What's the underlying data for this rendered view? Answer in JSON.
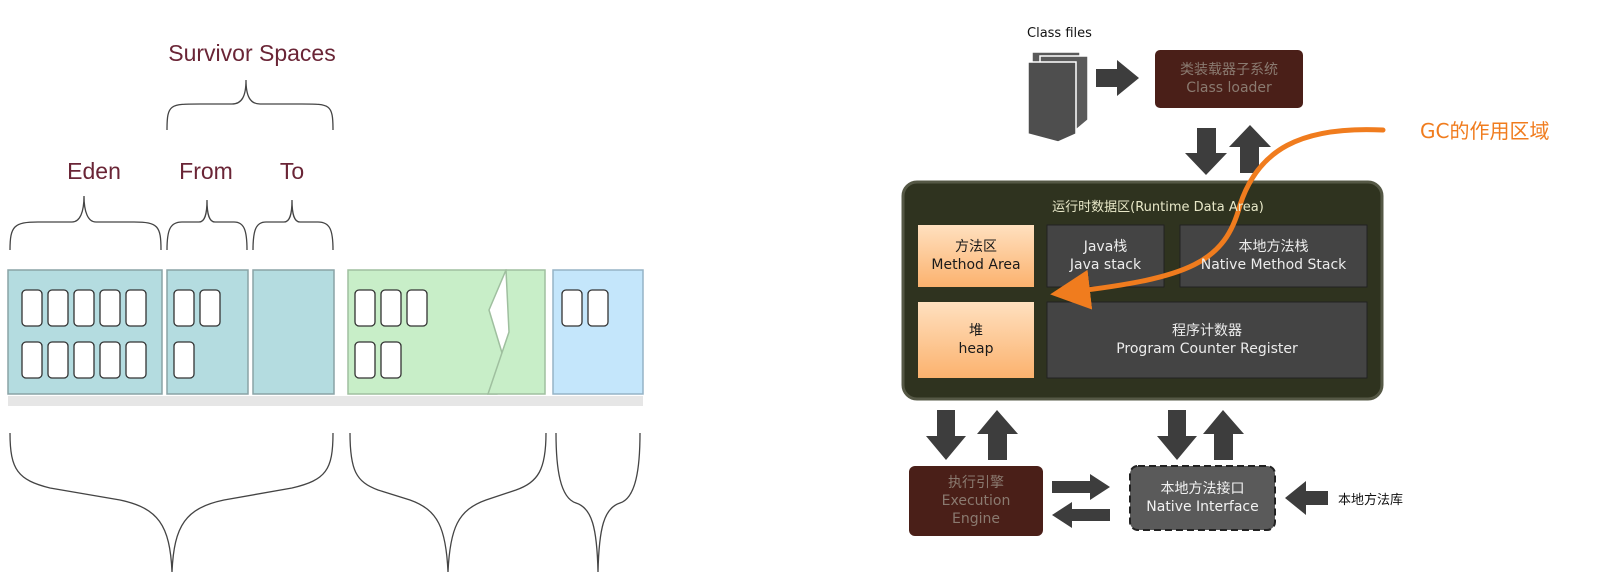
{
  "heap_diagram": {
    "survivor_spaces": "Survivor Spaces",
    "eden": "Eden",
    "from": "From",
    "to": "To"
  },
  "jvm_diagram": {
    "class_files": "Class files",
    "class_loader": {
      "cn": "类装载器子系统",
      "en": "Class loader"
    },
    "gc_area": "GC的作用区域",
    "runtime_area": "运行时数据区(Runtime Data Area)",
    "method_area": {
      "cn": "方法区",
      "en": "Method Area"
    },
    "java_stack": {
      "cn": "Java栈",
      "en": "Java stack"
    },
    "native_method_stack": {
      "cn": "本地方法栈",
      "en": "Native Method Stack"
    },
    "heap": {
      "cn": "堆",
      "en": "heap"
    },
    "pc_register": {
      "cn": "程序计数器",
      "en": "Program Counter Register"
    },
    "execution_engine": {
      "cn": "执行引擎",
      "en1": "Execution",
      "en2": "Engine"
    },
    "native_interface": {
      "cn": "本地方法接口",
      "en": "Native Interface"
    },
    "native_library": "本地方法库"
  },
  "colors": {
    "eden_fill": "#b4dce0",
    "old_fill": "#c8eec8",
    "perm_fill": "#c4e6fb",
    "runtime_bg": "#2f331f",
    "dark_box": "#444444",
    "orange_box": "#fdc48f",
    "brown_box": "#4a1f18",
    "gc_orange": "#f07c1e"
  }
}
